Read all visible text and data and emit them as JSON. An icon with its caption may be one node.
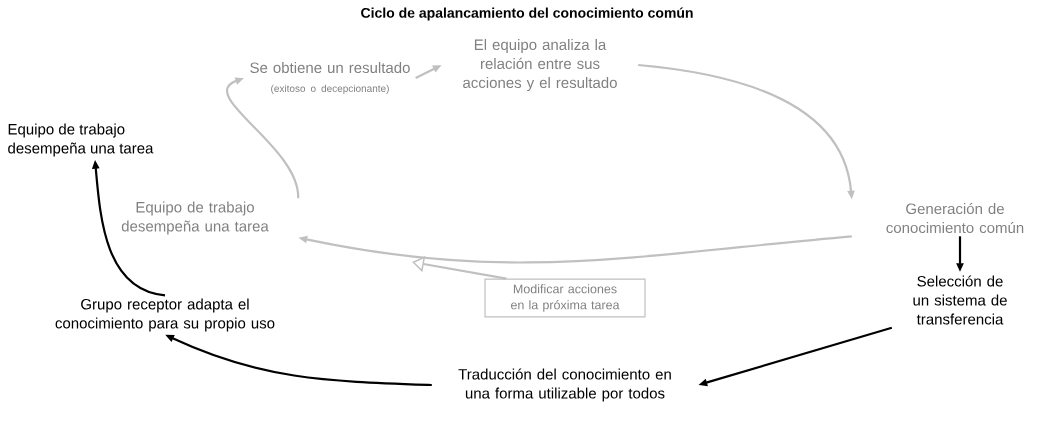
{
  "diagram": {
    "title": "Ciclo de apalancamiento del conocimiento común",
    "nodes": [
      {
        "text": [
          "Equipo de trabajo desempeña una tarea"
        ]
      },
      {
        "text": [
          "Se obtiene un resultado",
          "(exitoso o decepcionante)"
        ]
      },
      {
        "text": [
          "El equipo analiza la relación entre sus acciones y el resultado"
        ]
      },
      {
        "text": [
          "Generación de conocimiento común"
        ]
      },
      {
        "text": [
          "Modificar acciones en la próxima tarea"
        ]
      },
      {
        "text": [
          "Selección de un sistema de transferencia"
        ]
      },
      {
        "text": [
          "Traducción del conocimiento en una forma utilizable por todos"
        ]
      },
      {
        "text": [
          "Grupo receptor adapta el conocimiento para su propio uso"
        ]
      },
      {
        "text": [
          "Equipo de trabajo desempeña una tarea"
        ]
      }
    ],
    "edges": [
      {
        "from": 0,
        "to": 1,
        "arrow": "to"
      },
      {
        "from": 1,
        "to": 2,
        "arrow": "to"
      },
      {
        "from": 2,
        "to": 3,
        "arrow": "to"
      },
      {
        "from": 3,
        "to": 0,
        "arrow": "to"
      },
      {
        "from": 4,
        "to": null,
        "arrow": "to"
      },
      {
        "from": 3,
        "to": 5,
        "arrow": "to",
        "color": "#000000"
      },
      {
        "from": 5,
        "to": 6,
        "arrow": "to",
        "color": "#000000"
      },
      {
        "from": 6,
        "to": 7,
        "arrow": "to",
        "color": "#000000"
      },
      {
        "from": 7,
        "to": 8,
        "arrow": "to",
        "color": "#000000"
      }
    ]
  }
}
